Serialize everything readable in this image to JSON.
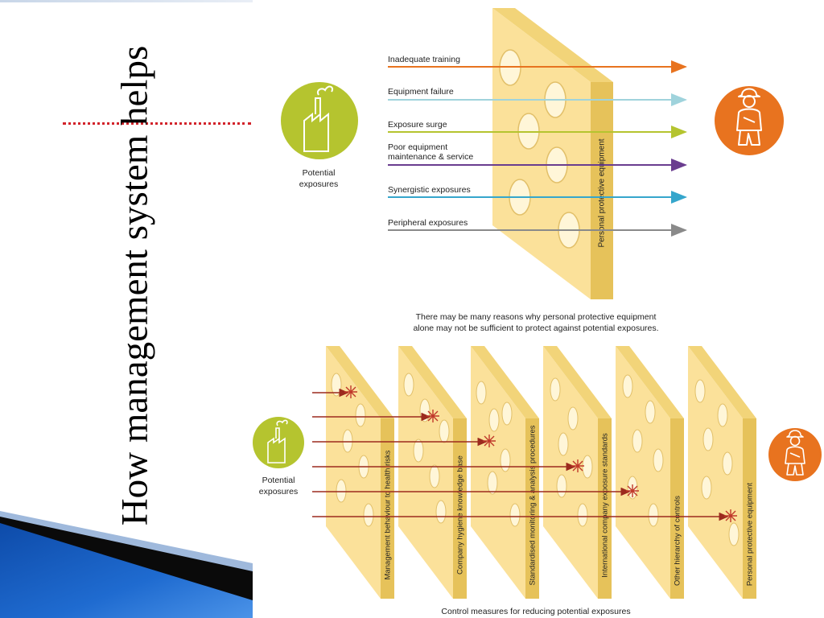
{
  "slide": {
    "title": "How management system helps"
  },
  "colors": {
    "cheese_face": "#fbe19a",
    "cheese_side": "#e6c25a",
    "hole": "#fff6d8",
    "source_circle": "#b5c42f",
    "worker_circle": "#e8731f",
    "threat_arrow": "#9c2a1e",
    "blue_swoosh": "#1f5fb4"
  },
  "top_diagram": {
    "source_label_1": "Potential",
    "source_label_2": "exposures",
    "barrier_label": "Personal protective equipment",
    "exposures": [
      {
        "line1": "Inadequate training",
        "line2": "",
        "color": "#e8731f"
      },
      {
        "line1": "Equipment failure",
        "line2": "",
        "color": "#9fd3dc"
      },
      {
        "line1": "Exposure surge",
        "line2": "",
        "color": "#b5c42f"
      },
      {
        "line1": "Poor equipment",
        "line2": "maintenance & service",
        "color": "#6a3d8f"
      },
      {
        "line1": "Synergistic exposures",
        "line2": "",
        "color": "#35a6cc"
      },
      {
        "line1": "Peripheral exposures",
        "line2": "",
        "color": "#8a8a8a"
      }
    ],
    "caption_1": "There may be many reasons why personal protective equipment",
    "caption_2": "alone may not be sufficient to protect against potential exposures."
  },
  "bottom_diagram": {
    "source_label_1": "Potential",
    "source_label_2": "exposures",
    "layers": [
      "Management behaviour to health risks",
      "Company hygiene knowledge base",
      "Standardised monitoring & analysis procedures",
      "International company exposure standards",
      "Other hierarchy of controls",
      "Personal protective equipment"
    ],
    "caption": "Control measures for reducing potential exposures"
  }
}
